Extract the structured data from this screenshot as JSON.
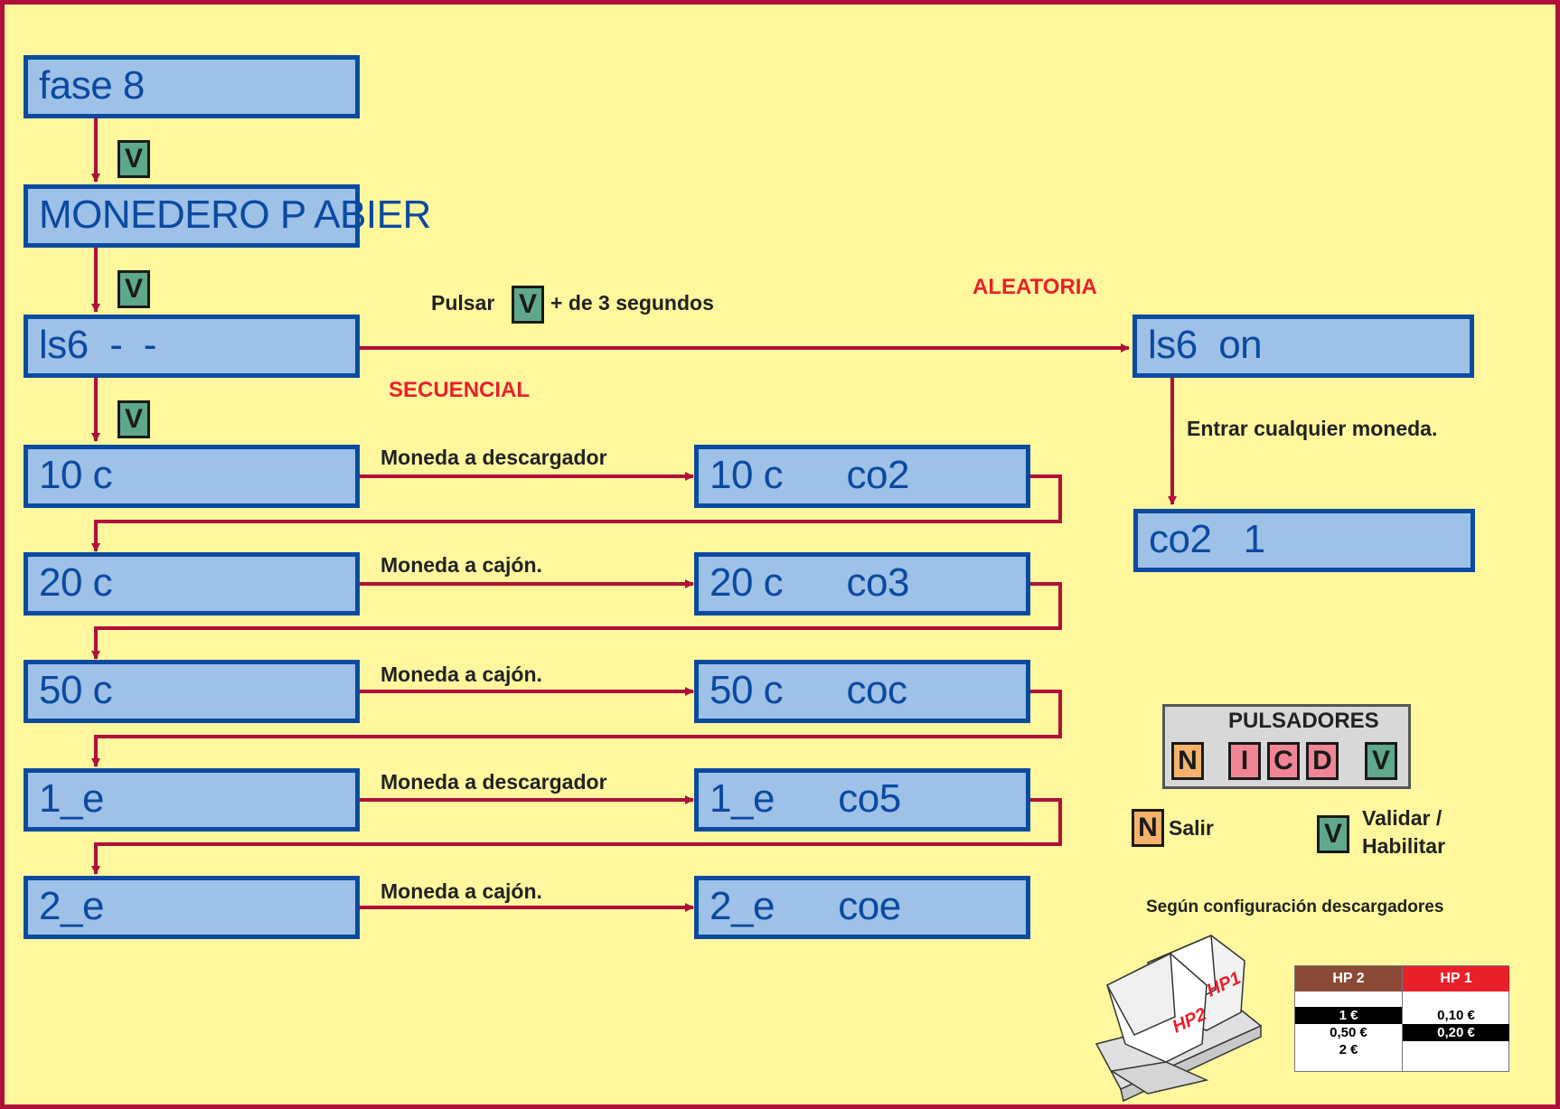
{
  "colors": {
    "background": "#fff79e",
    "frame": "#b0103a",
    "lcd_fill": "#9ec1e7",
    "lcd_border": "#0a4aa0",
    "arrow": "#b0103a",
    "accent_red": "#e8202a"
  },
  "screens": {
    "fase": "fase 8",
    "monedero": "MONEDERO P ABIER",
    "ls6": "ls6  -  -",
    "ls6_on": "ls6  on",
    "co2_result": "co2   1"
  },
  "sequence": [
    {
      "input": "10 c",
      "action": "Moneda a descargador",
      "result": "10 c      co2"
    },
    {
      "input": "20 c",
      "action": "Moneda a cajón.",
      "result": "20 c      co3"
    },
    {
      "input": "50 c",
      "action": "Moneda a cajón.",
      "result": "50 c      coc"
    },
    {
      "input": "1_e",
      "action": "Moneda a descargador",
      "result": "1_e      co5"
    },
    {
      "input": "2_e",
      "action": "Moneda a cajón.",
      "result": "2_e      coe"
    }
  ],
  "keys": {
    "v": "V",
    "n": "N",
    "i": "I",
    "c": "C",
    "d": "D"
  },
  "labels": {
    "pulsar_prefix": "Pulsar",
    "pulsar_suffix": "+ de 3 segundos",
    "aleatoria": "ALEATORIA",
    "secuencial": "SECUENCIAL",
    "entrar": "Entrar cualquier moneda."
  },
  "legend": {
    "title": "PULSADORES",
    "salir": "Salir",
    "validar_line1": "Validar /",
    "validar_line2": "Habilitar"
  },
  "hoppers": {
    "caption": "Según configuración descargadores",
    "hp2_label": "HP2",
    "hp1_label": "HP1",
    "hp2_color": "#8b4a35",
    "hp1_color": "#e8202a",
    "table": {
      "hp2_header": "HP 2",
      "hp1_header": "HP 1",
      "hp2_values": [
        "1 €",
        "0,50 €",
        "2 €"
      ],
      "hp1_values": [
        "0,10 €",
        "0,20 €"
      ]
    }
  }
}
